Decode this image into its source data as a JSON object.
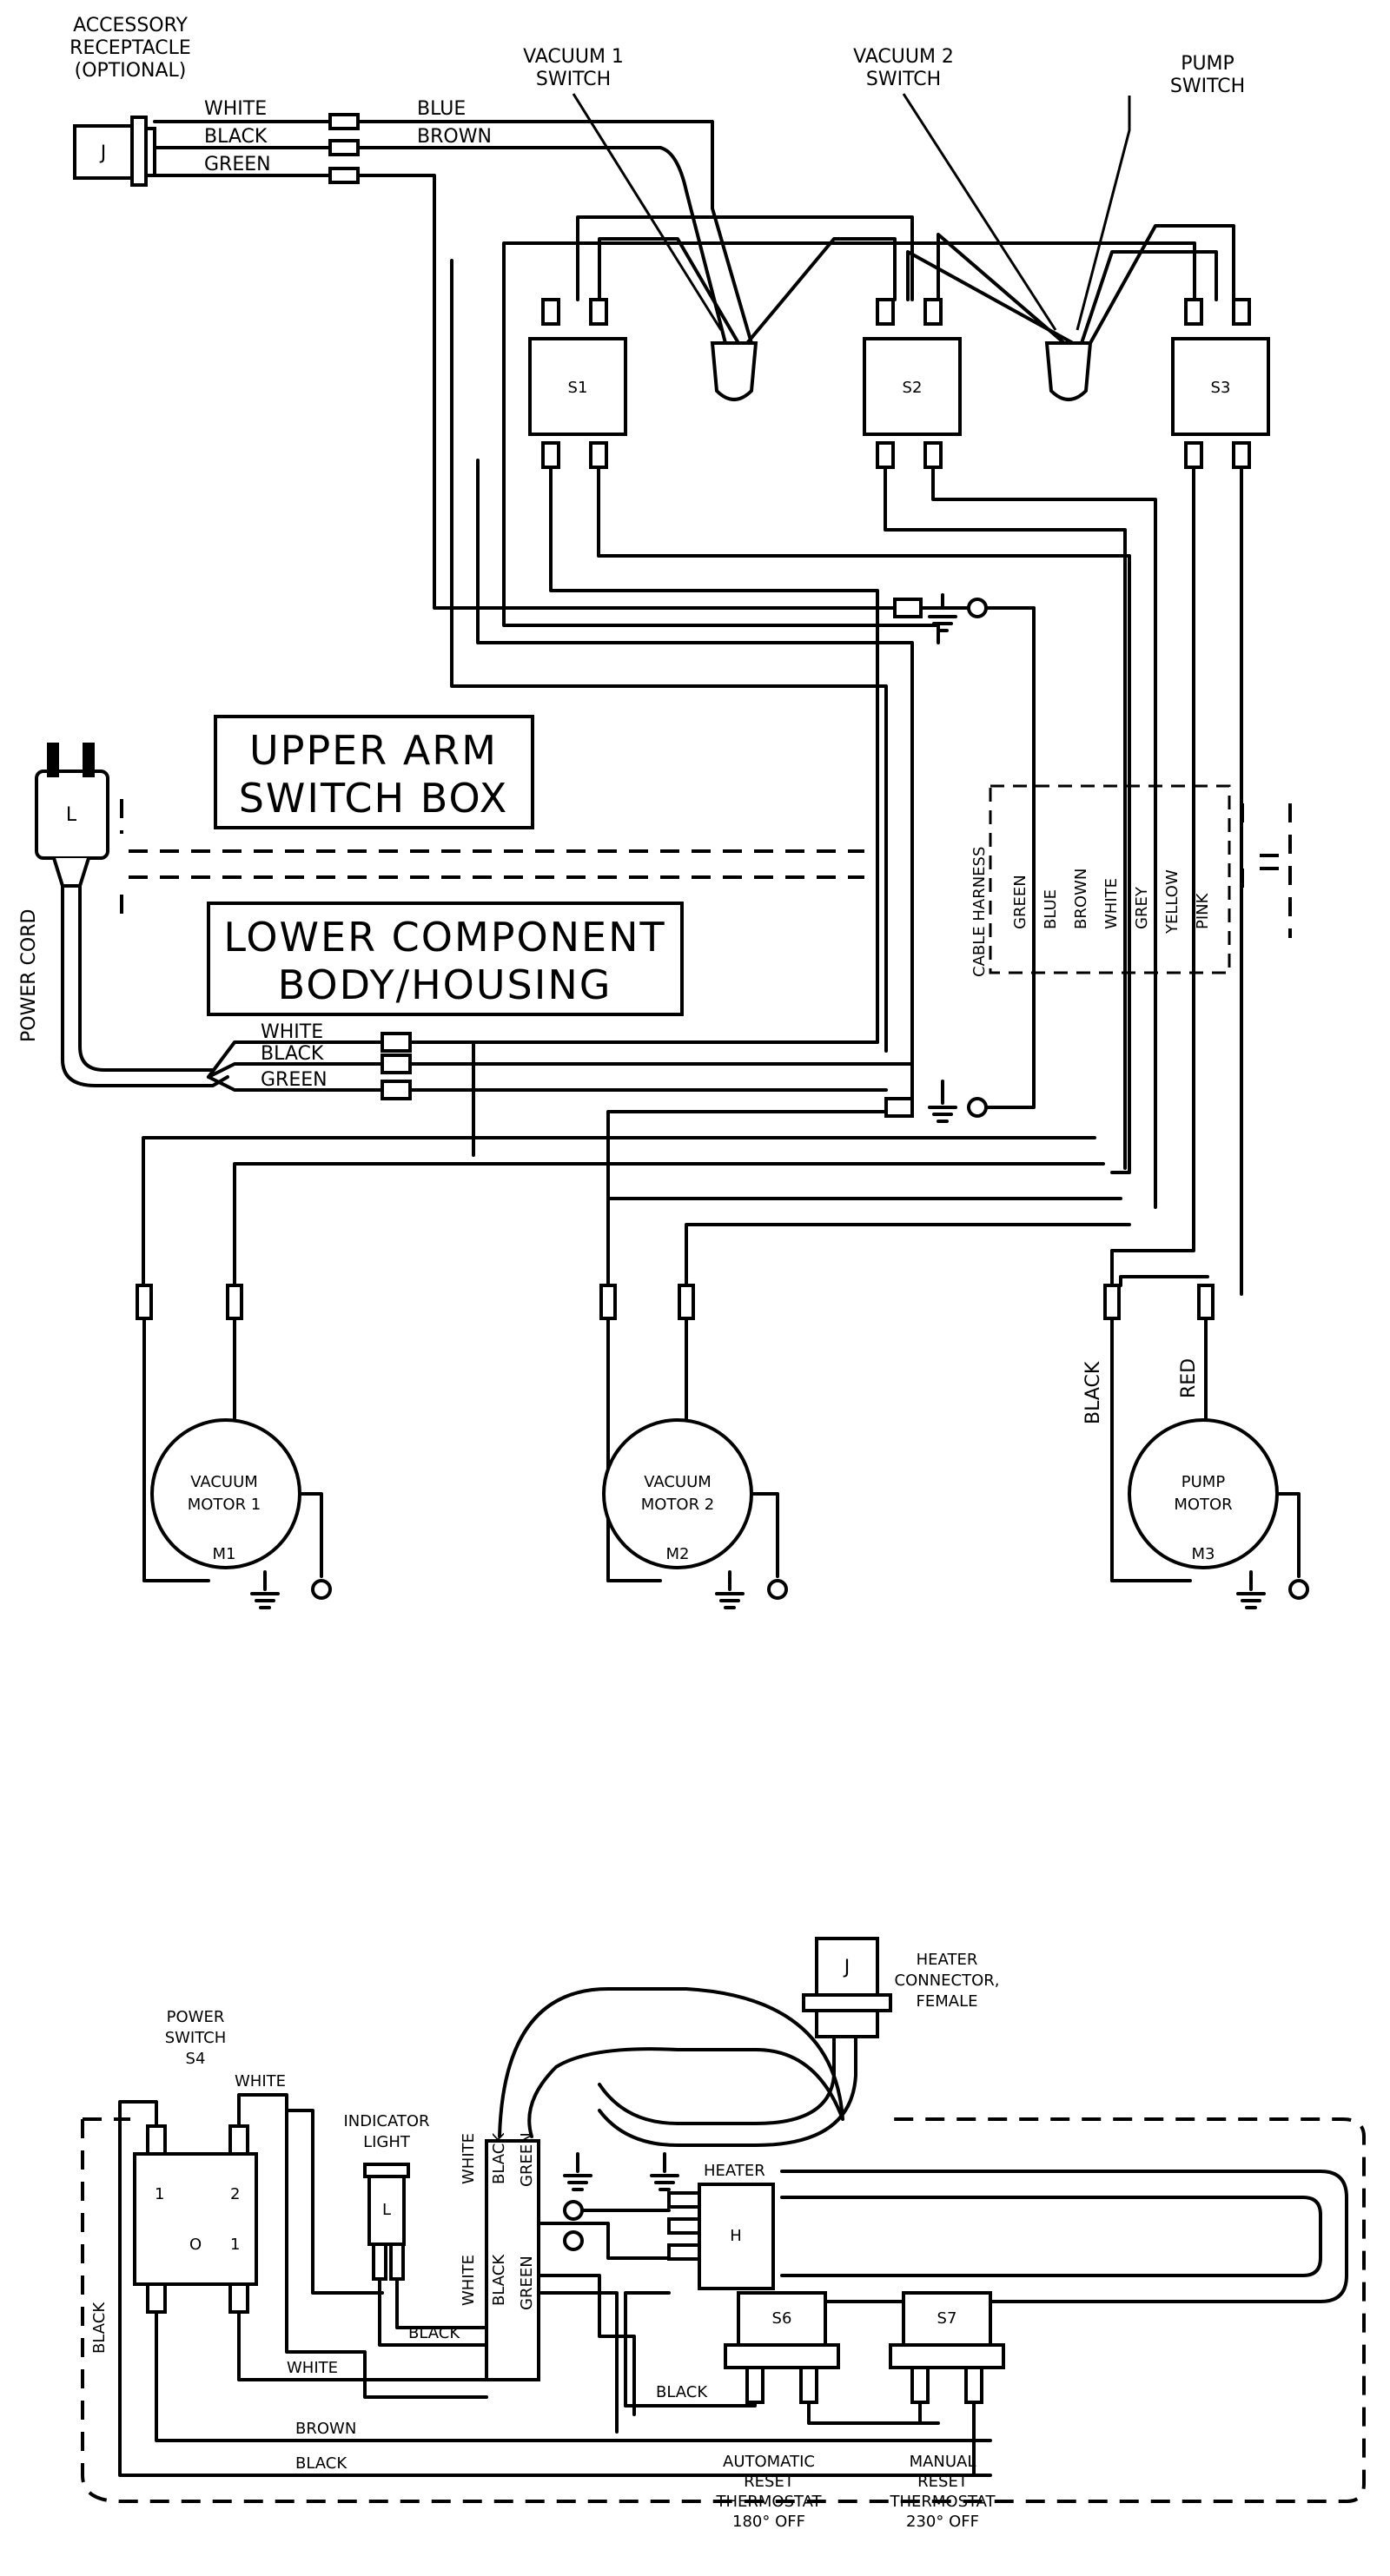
{
  "top": {
    "accessory_receptacle": [
      "ACCESSORY",
      "RECEPTACLE",
      "(OPTIONAL)"
    ],
    "receptacle_tag": "J",
    "receptacle_wires": [
      "WHITE",
      "BLACK",
      "GREEN"
    ],
    "receptacle_wires_right": [
      "BLUE",
      "BROWN"
    ],
    "vacuum1_switch": [
      "VACUUM 1",
      "SWITCH"
    ],
    "vacuum2_switch": [
      "VACUUM 2",
      "SWITCH"
    ],
    "pump_switch": [
      "PUMP",
      "SWITCH"
    ],
    "switch_tags": [
      "S1",
      "S2",
      "S3"
    ],
    "upper_box": [
      "UPPER ARM",
      "SWITCH BOX"
    ],
    "lower_box": [
      "LOWER COMPONENT",
      "BODY/HOUSING"
    ],
    "power_cord": "POWER CORD",
    "plug_tag": "L",
    "cord_wires": [
      "WHITE",
      "BLACK",
      "GREEN"
    ],
    "cable_harness": "CABLE HARNESS",
    "harness_wires": [
      "GREEN",
      "BLUE",
      "BROWN",
      "WHITE",
      "GREY",
      "YELLOW",
      "PINK"
    ],
    "pump_leads": [
      "BLACK",
      "RED"
    ],
    "motors": [
      {
        "lines": [
          "VACUUM",
          "MOTOR 1"
        ],
        "tag": "M1"
      },
      {
        "lines": [
          "VACUUM",
          "MOTOR 2"
        ],
        "tag": "M2"
      },
      {
        "lines": [
          "PUMP",
          "MOTOR"
        ],
        "tag": "M3"
      }
    ]
  },
  "bottom": {
    "power_switch": [
      "POWER",
      "SWITCH",
      "S4"
    ],
    "switch_terminals": [
      "1",
      "2",
      "O",
      "1"
    ],
    "indicator_light": [
      "INDICATOR",
      "LIGHT"
    ],
    "light_tag": "L",
    "heater_connector": [
      "HEATER",
      "CONNECTOR,",
      "FEMALE"
    ],
    "connector_tag": "J",
    "heater": "HEATER",
    "heater_tag": "H",
    "wire_labels": {
      "white_top": "WHITE",
      "white_v1": "WHITE",
      "black_v1": "BLACK",
      "green_v1": "GREEN",
      "white_v2": "WHITE",
      "black_v2": "BLACK",
      "green_v2": "GREEN",
      "black_left": "BLACK",
      "black_mid": "BLACK",
      "white_mid": "WHITE",
      "black_thermo": "BLACK",
      "brown": "BROWN",
      "black_bottom": "BLACK"
    },
    "thermostat_tags": [
      "S6",
      "S7"
    ],
    "auto_thermostat": [
      "AUTOMATIC",
      "RESET",
      "THERMOSTAT",
      "180° OFF"
    ],
    "manual_thermostat": [
      "MANUAL",
      "RESET",
      "THERMOSTAT",
      "230° OFF"
    ]
  }
}
